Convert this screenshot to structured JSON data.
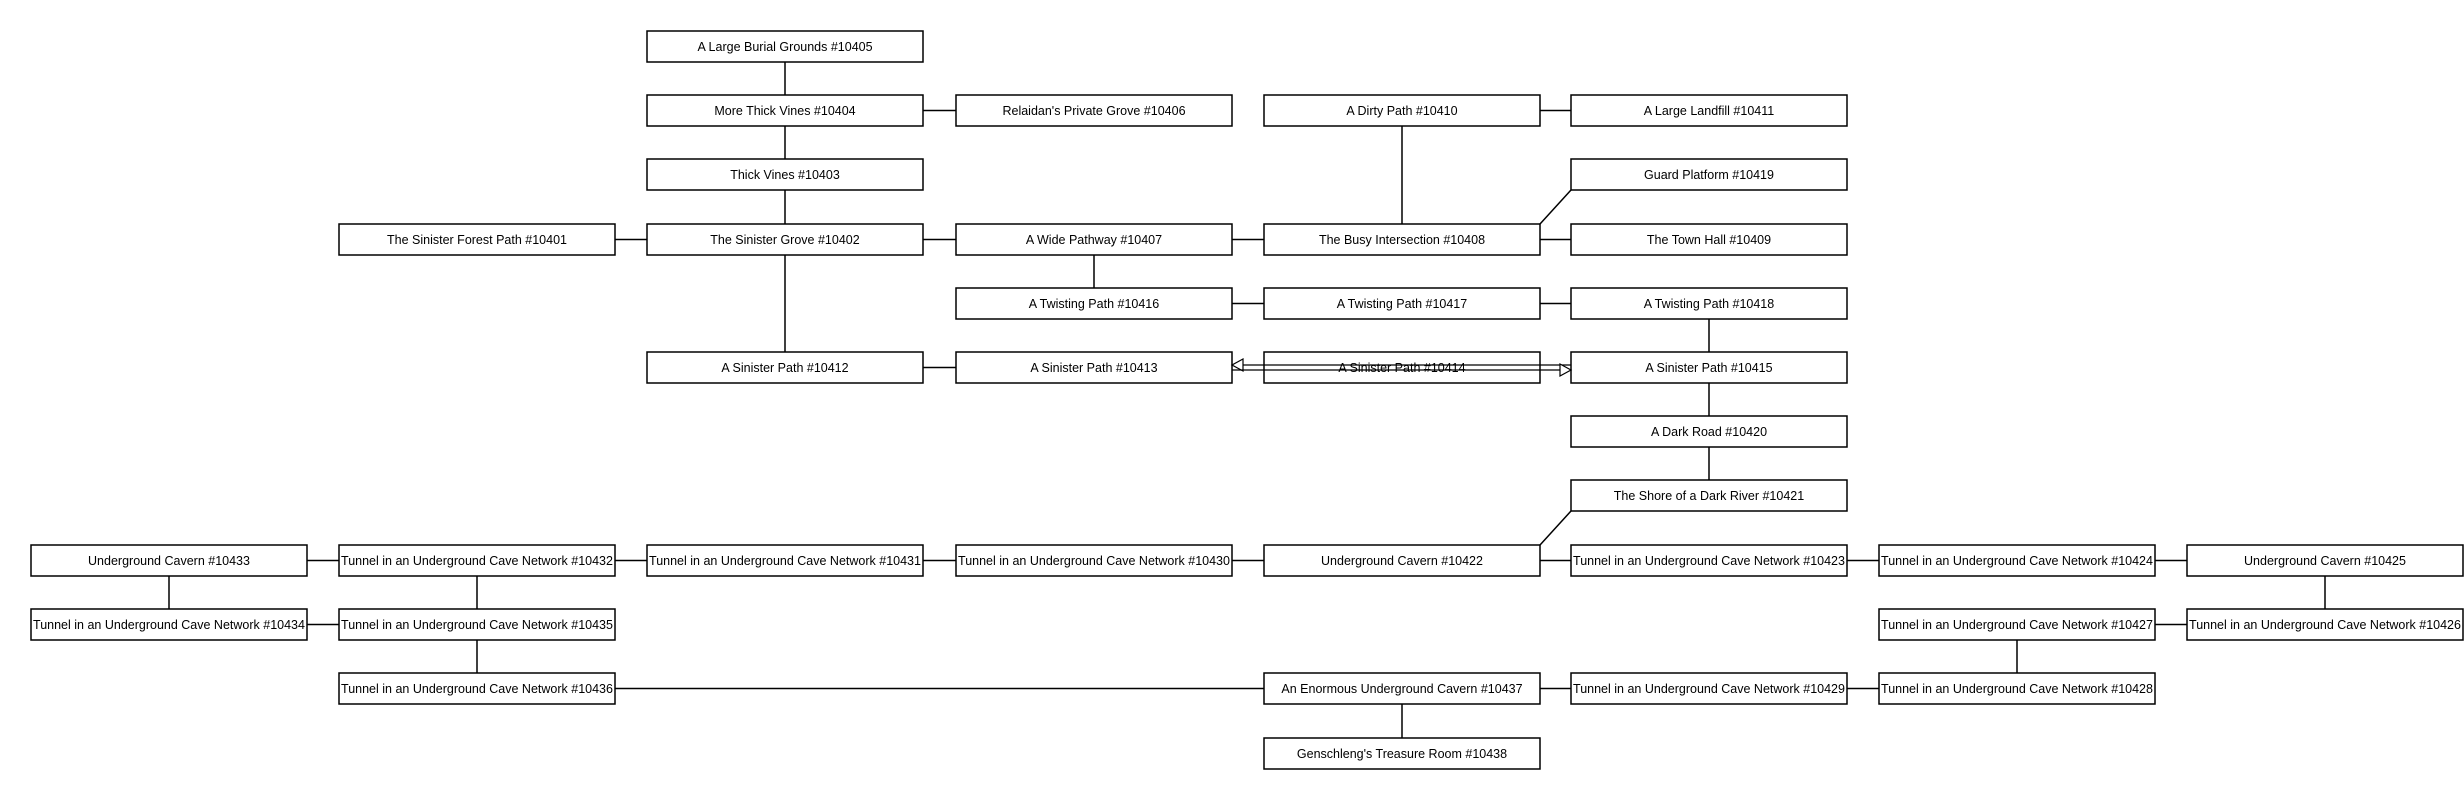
{
  "rooms": [
    {
      "id": "10405",
      "label": "A Large Burial Grounds #10405"
    },
    {
      "id": "10404",
      "label": "More Thick Vines #10404"
    },
    {
      "id": "10406",
      "label": "Relaidan's Private Grove #10406"
    },
    {
      "id": "10410",
      "label": "A Dirty Path #10410"
    },
    {
      "id": "10411",
      "label": "A Large Landfill #10411"
    },
    {
      "id": "10403",
      "label": "Thick Vines #10403"
    },
    {
      "id": "10419",
      "label": "Guard Platform #10419"
    },
    {
      "id": "10401",
      "label": "The Sinister Forest Path #10401"
    },
    {
      "id": "10402",
      "label": "The Sinister Grove #10402"
    },
    {
      "id": "10407",
      "label": "A Wide Pathway #10407"
    },
    {
      "id": "10408",
      "label": "The Busy Intersection #10408"
    },
    {
      "id": "10409",
      "label": "The Town Hall #10409"
    },
    {
      "id": "10416",
      "label": "A Twisting Path #10416"
    },
    {
      "id": "10417",
      "label": "A Twisting Path #10417"
    },
    {
      "id": "10418",
      "label": "A Twisting Path #10418"
    },
    {
      "id": "10412",
      "label": "A Sinister Path #10412"
    },
    {
      "id": "10413",
      "label": "A Sinister Path #10413"
    },
    {
      "id": "10414",
      "label": "A Sinister Path #10414"
    },
    {
      "id": "10415",
      "label": "A Sinister Path #10415"
    },
    {
      "id": "10420",
      "label": "A Dark Road #10420"
    },
    {
      "id": "10421",
      "label": "The Shore of a Dark River #10421"
    },
    {
      "id": "10433",
      "label": "Underground Cavern #10433"
    },
    {
      "id": "10432",
      "label": "Tunnel in an Underground Cave Network #10432"
    },
    {
      "id": "10431",
      "label": "Tunnel in an Underground Cave Network #10431"
    },
    {
      "id": "10430",
      "label": "Tunnel in an Underground Cave Network #10430"
    },
    {
      "id": "10422",
      "label": "Underground Cavern #10422"
    },
    {
      "id": "10423",
      "label": "Tunnel in an Underground Cave Network #10423"
    },
    {
      "id": "10424",
      "label": "Tunnel in an Underground Cave Network #10424"
    },
    {
      "id": "10425",
      "label": "Underground Cavern #10425"
    },
    {
      "id": "10434",
      "label": "Tunnel in an Underground Cave Network #10434"
    },
    {
      "id": "10435",
      "label": "Tunnel in an Underground Cave Network #10435"
    },
    {
      "id": "10427",
      "label": "Tunnel in an Underground Cave Network #10427"
    },
    {
      "id": "10426",
      "label": "Tunnel in an Underground Cave Network #10426"
    },
    {
      "id": "10436",
      "label": "Tunnel in an Underground Cave Network #10436"
    },
    {
      "id": "10437",
      "label": "An Enormous Underground Cavern #10437"
    },
    {
      "id": "10429",
      "label": "Tunnel in an Underground Cave Network #10429"
    },
    {
      "id": "10428",
      "label": "Tunnel in an Underground Cave Network #10428"
    },
    {
      "id": "10438",
      "label": "Genschleng's Treasure Room #10438"
    }
  ],
  "connections": [
    {
      "from": "10405",
      "to": "10404"
    },
    {
      "from": "10404",
      "to": "10406"
    },
    {
      "from": "10404",
      "to": "10403"
    },
    {
      "from": "10403",
      "to": "10402"
    },
    {
      "from": "10401",
      "to": "10402"
    },
    {
      "from": "10402",
      "to": "10407"
    },
    {
      "from": "10402",
      "to": "10412"
    },
    {
      "from": "10407",
      "to": "10408"
    },
    {
      "from": "10407",
      "to": "10416"
    },
    {
      "from": "10410",
      "to": "10411"
    },
    {
      "from": "10410",
      "to": "10408"
    },
    {
      "from": "10408",
      "to": "10409"
    },
    {
      "from": "10408",
      "to": "10419"
    },
    {
      "from": "10416",
      "to": "10417"
    },
    {
      "from": "10417",
      "to": "10418"
    },
    {
      "from": "10418",
      "to": "10415"
    },
    {
      "from": "10412",
      "to": "10413"
    },
    {
      "from": "10415",
      "to": "10420"
    },
    {
      "from": "10420",
      "to": "10421"
    },
    {
      "from": "10421",
      "to": "10422"
    },
    {
      "from": "10433",
      "to": "10432"
    },
    {
      "from": "10432",
      "to": "10431"
    },
    {
      "from": "10431",
      "to": "10430"
    },
    {
      "from": "10430",
      "to": "10422"
    },
    {
      "from": "10422",
      "to": "10423"
    },
    {
      "from": "10423",
      "to": "10424"
    },
    {
      "from": "10424",
      "to": "10425"
    },
    {
      "from": "10433",
      "to": "10434"
    },
    {
      "from": "10434",
      "to": "10435"
    },
    {
      "from": "10432",
      "to": "10435"
    },
    {
      "from": "10435",
      "to": "10436"
    },
    {
      "from": "10425",
      "to": "10426"
    },
    {
      "from": "10427",
      "to": "10426"
    },
    {
      "from": "10427",
      "to": "10428"
    },
    {
      "from": "10436",
      "to": "10437"
    },
    {
      "from": "10437",
      "to": "10429"
    },
    {
      "from": "10429",
      "to": "10428"
    },
    {
      "from": "10437",
      "to": "10438"
    }
  ],
  "one_way_connections": [
    {
      "from": "10415",
      "to": "10413"
    },
    {
      "from": "10413",
      "to": "10415"
    }
  ]
}
